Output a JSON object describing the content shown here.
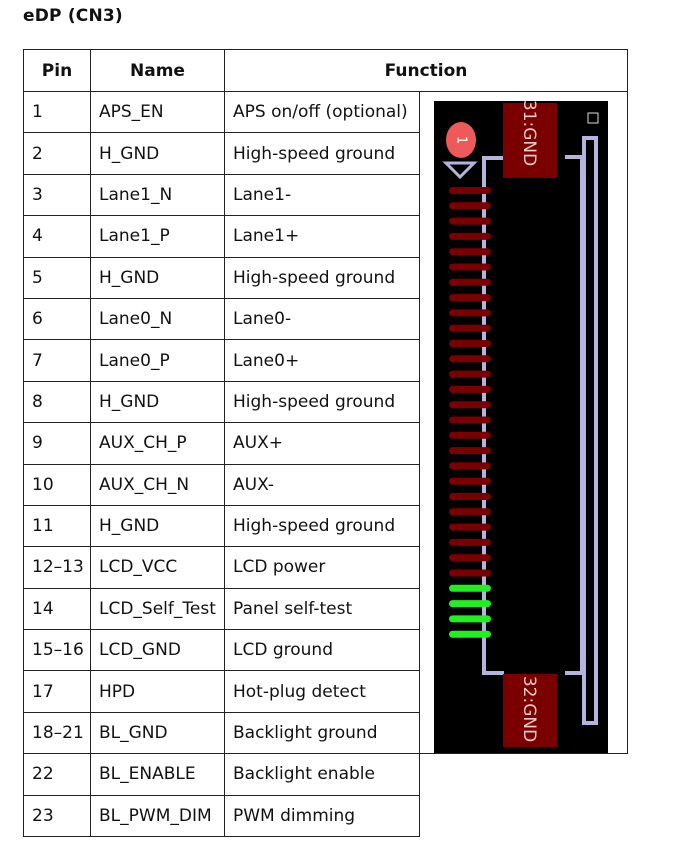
{
  "title": "eDP (CN3)",
  "table": {
    "headers": [
      "Pin",
      "Name",
      "Function"
    ],
    "rows": [
      {
        "pin": "1",
        "name": "APS_EN",
        "function": "APS on/off (optional)"
      },
      {
        "pin": "2",
        "name": "H_GND",
        "function": "High-speed ground"
      },
      {
        "pin": "3",
        "name": "Lane1_N",
        "function": "Lane1-"
      },
      {
        "pin": "4",
        "name": "Lane1_P",
        "function": "Lane1+"
      },
      {
        "pin": "5",
        "name": "H_GND",
        "function": "High-speed ground"
      },
      {
        "pin": "6",
        "name": "Lane0_N",
        "function": "Lane0-"
      },
      {
        "pin": "7",
        "name": "Lane0_P",
        "function": "Lane0+"
      },
      {
        "pin": "8",
        "name": "H_GND",
        "function": "High-speed ground"
      },
      {
        "pin": "9",
        "name": "AUX_CH_P",
        "function": "AUX+"
      },
      {
        "pin": "10",
        "name": "AUX_CH_N",
        "function": "AUX-"
      },
      {
        "pin": "11",
        "name": "H_GND",
        "function": "High-speed ground"
      },
      {
        "pin": "12–13",
        "name": "LCD_VCC",
        "function": "LCD power"
      },
      {
        "pin": "14",
        "name": "LCD_Self_Test",
        "function": "Panel self-test"
      },
      {
        "pin": "15–16",
        "name": "LCD_GND",
        "function": "LCD ground"
      },
      {
        "pin": "17",
        "name": "HPD",
        "function": "Hot-plug detect"
      },
      {
        "pin": "18–21",
        "name": "BL_GND",
        "function": "Backlight ground"
      },
      {
        "pin": "22",
        "name": "BL_ENABLE",
        "function": "Backlight enable"
      },
      {
        "pin": "23",
        "name": "BL_PWM_DIM",
        "function": "PWM dimming"
      }
    ]
  },
  "footprint": {
    "pin1_marker": "1",
    "top_pad_label": "31:GND",
    "bottom_pad_label": "32:GND",
    "pad_count": 30,
    "highlighted_pads": [
      26,
      27,
      28,
      29
    ],
    "colors": {
      "background": "#000000",
      "pad": "#7a0000",
      "highlight_pad": "#22ee22",
      "outline": "#b4b4dc",
      "pin1_marker": "#ee5a5a",
      "label_text": "#f0c8c8"
    }
  }
}
